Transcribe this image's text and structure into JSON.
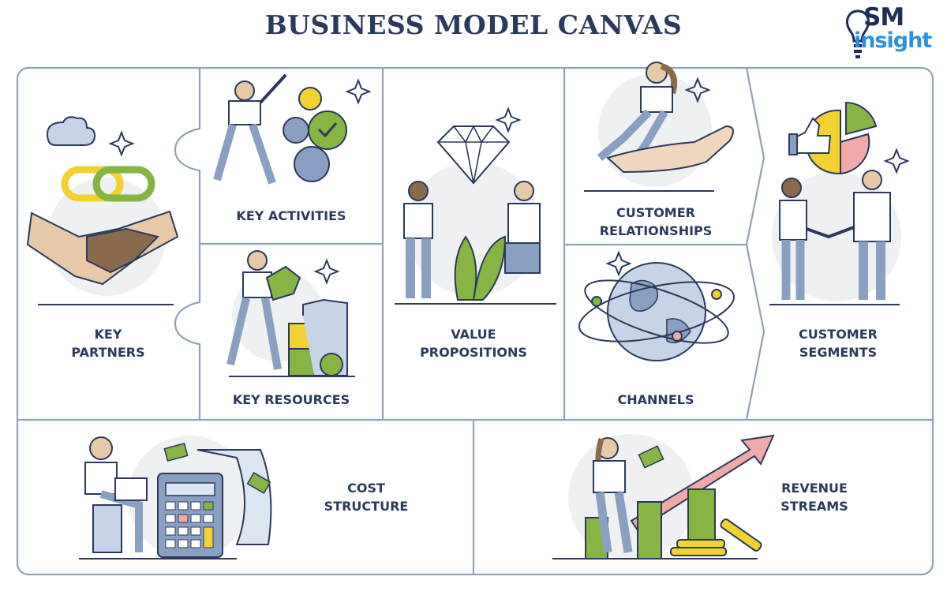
{
  "title": "BUSINESS MODEL CANVAS",
  "logo": {
    "line1": "SM",
    "line2": "insight"
  },
  "blocks": {
    "key_partners": "KEY\nPARTNERS",
    "key_activities": "KEY ACTIVITIES",
    "key_resources": "KEY RESOURCES",
    "value_propositions": "VALUE\nPROPOSITIONS",
    "customer_relationships": "CUSTOMER\nRELATIONSHIPS",
    "channels": "CHANNELS",
    "customer_segments": "CUSTOMER\nSEGMENTS",
    "cost_structure": "COST\nSTRUCTURE",
    "revenue_streams": "REVENUE\nSTREAMS"
  },
  "icons": {
    "key_partners": "handshake-icon",
    "key_activities": "gears-icon",
    "key_resources": "boxes-icon",
    "value_propositions": "diamond-icon",
    "customer_relationships": "hand-icon",
    "channels": "globe-icon",
    "customer_segments": "pie-chart-icon",
    "cost_structure": "calculator-icon",
    "revenue_streams": "growth-arrow-icon"
  },
  "colors": {
    "navy": "#2b3a5c",
    "outline": "#8ea3b6",
    "yellow": "#f2d233",
    "green": "#86b544",
    "blue_grey": "#8aa0c2",
    "pink": "#f2a9a9",
    "brand_blue": "#2d8fe0"
  }
}
